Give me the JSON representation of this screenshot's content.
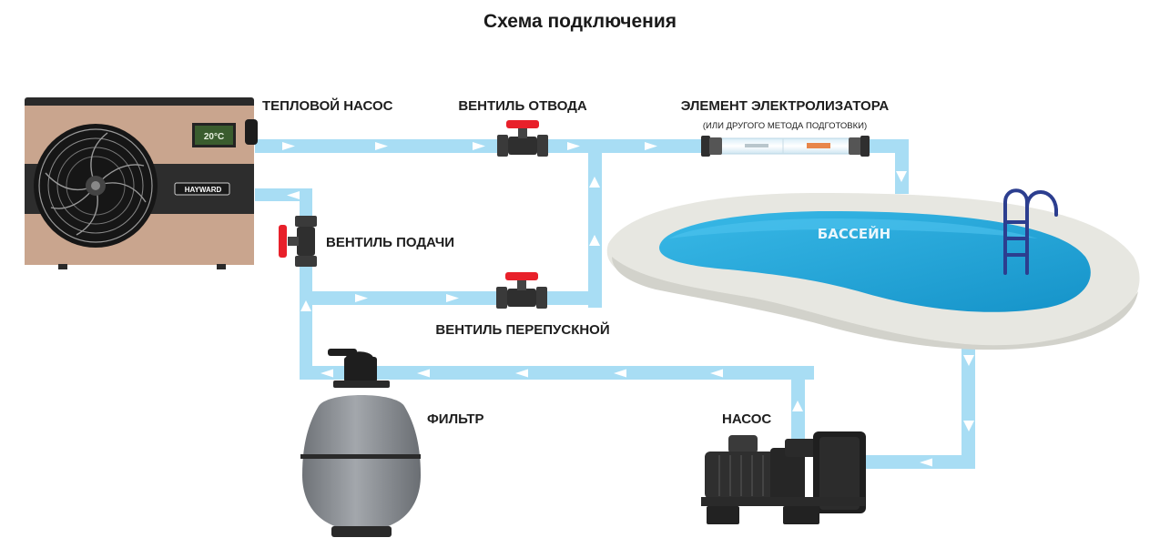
{
  "title": "Схема подключения",
  "labels": {
    "heat_pump": "ТЕПЛОВОЙ НАСОС",
    "drain_valve": "ВЕНТИЛЬ ОТВОДА",
    "electrolysis": "ЭЛЕМЕНТ ЭЛЕКТРОЛИЗАТОРА",
    "electrolysis_note": "(ИЛИ ДРУГОГО МЕТОДА ПОДГОТОВКИ)",
    "supply_valve": "ВЕНТИЛЬ ПОДАЧИ",
    "bypass_valve": "ВЕНТИЛЬ ПЕРЕПУСКНОЙ",
    "pool": "БАССЕЙН",
    "filter": "ФИЛЬТР",
    "pump": "НАСОС"
  },
  "heat_pump_unit": {
    "display_temp": "20°C",
    "brand": "HAYWARD"
  },
  "colors": {
    "pipe": "#a8ddf4",
    "pipe_arrow": "#ffffff",
    "valve_handle": "#e8202a",
    "valve_body": "#3a3a3a",
    "heat_pump_panel": "#c9a58e",
    "pool_water": "#24a9dd",
    "pool_rim": "#e7e7e1",
    "filter_tank": "#8f9398",
    "pump_body": "#2f2f2f",
    "ladder": "#2c3e8f"
  },
  "icons": [
    "fan-icon",
    "ball-valve-icon",
    "ladder-icon",
    "filter-icon",
    "pump-icon"
  ]
}
